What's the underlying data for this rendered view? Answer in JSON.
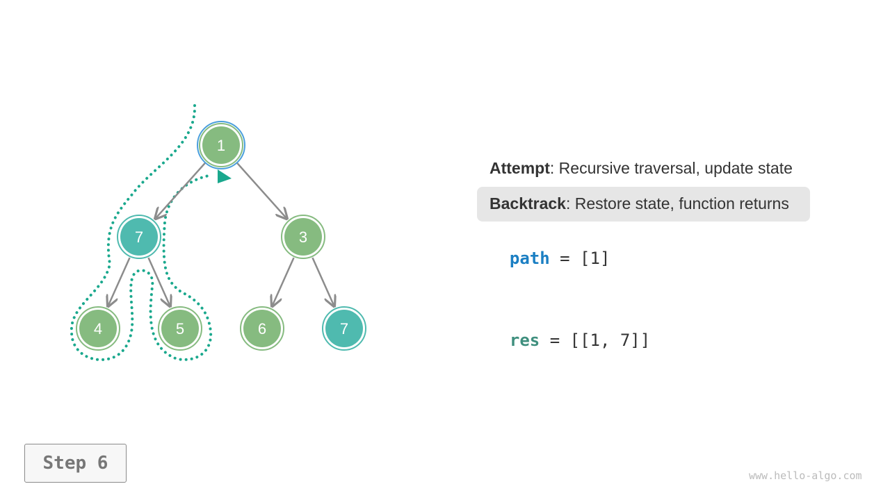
{
  "tree": {
    "nodes": [
      {
        "id": "root",
        "value": "1",
        "state": "current"
      },
      {
        "id": "l",
        "value": "7",
        "state": "in-result"
      },
      {
        "id": "r",
        "value": "3",
        "state": "normal"
      },
      {
        "id": "ll",
        "value": "4",
        "state": "normal"
      },
      {
        "id": "lr",
        "value": "5",
        "state": "normal"
      },
      {
        "id": "rl",
        "value": "6",
        "state": "normal"
      },
      {
        "id": "rr",
        "value": "7",
        "state": "in-result"
      }
    ],
    "edges": [
      [
        "root",
        "l"
      ],
      [
        "root",
        "r"
      ],
      [
        "l",
        "ll"
      ],
      [
        "l",
        "lr"
      ],
      [
        "r",
        "rl"
      ],
      [
        "r",
        "rr"
      ]
    ]
  },
  "legend": {
    "attempt": {
      "term": "Attempt",
      "desc": ": Recursive traversal, update state"
    },
    "backtrack": {
      "term": "Backtrack",
      "desc": ": Restore state, function returns"
    }
  },
  "code": {
    "path": {
      "name": "path",
      "rest": " = [1]"
    },
    "res": {
      "name": "res",
      "rest": " = [[1, 7]]"
    }
  },
  "step": "Step 6",
  "footer": "www.hello-algo.com",
  "colors": {
    "node_normal": "#86bb80",
    "node_teal": "#4fbaaf",
    "current_ring": "#4a9fdc",
    "edge": "#8c8c8c",
    "trace": "#1aa88d",
    "path_keyword": "#1b7fc3",
    "res_keyword": "#3f8f7e",
    "highlight_bg": "#e6e6e6"
  }
}
